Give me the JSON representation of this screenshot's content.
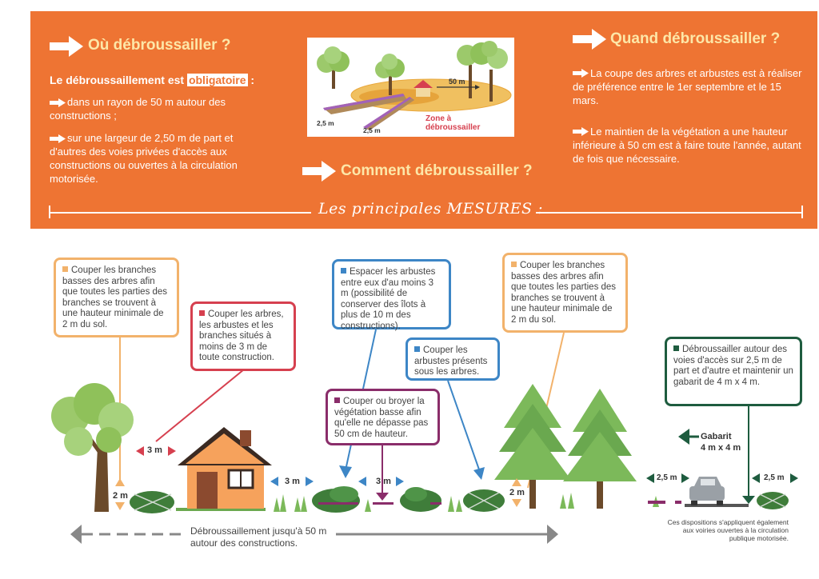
{
  "header": {
    "ou_title": "Où débroussailler ?",
    "ou_intro_prefix": "Le débroussaillement est ",
    "ou_intro_strong": "obligatoire",
    "ou_intro_suffix": " :",
    "ou_bullet1": "dans un rayon de 50 m autour des constructions ;",
    "ou_bullet2": "sur une largeur de 2,50 m de part et d'autres des voies privées d'accès aux constructions ou ouvertes à la circulation motorisée.",
    "quand_title": "Quand débroussailler ?",
    "quand_bullet1": "La coupe des arbres et arbustes est à réaliser de préférence entre le 1er septembre et le 15 mars.",
    "quand_bullet2": "Le maintien de la végétation a une hauteur inférieure à 50 cm est à faire toute l'année, autant de fois que nécessaire.",
    "comment_title": "Comment débroussailler ?",
    "mesures": "Les principales MESURES :"
  },
  "map": {
    "dist50": "50 m",
    "w1": "2,5 m",
    "w2": "2,5 m",
    "zone": "Zone à débroussailler"
  },
  "boxes": {
    "b1": "Couper les branches basses des arbres afin que toutes les parties des branches se trouvent à une hauteur minimale de 2 m du sol.",
    "b2": "Couper les arbres, les arbustes et les branches situés à moins de 3 m de toute construction.",
    "b3": "Espacer les arbustes entre eux d'au moins 3 m (possibilité de conserver des îlots à plus de 10 m des constructions).",
    "b4": "Couper les arbustes présents sous les arbres.",
    "b5": "Couper ou broyer la végétation basse afin qu'elle ne dépasse pas 50 cm de hauteur.",
    "b6": "Couper les branches basses des arbres afin que toutes les parties des branches se trouvent à une hauteur minimale de 2 m du sol.",
    "b7": "Débroussailler autour des voies d'accès sur 2,5 m de part et d'autre et maintenir un gabarit de 4 m x 4 m."
  },
  "scene": {
    "d_3m_a": "3 m",
    "d_3m_b": "3 m",
    "d_3m_c": "3 m",
    "d_2m_a": "2 m",
    "d_2m_b": "2 m",
    "d_25_a": "2,5 m",
    "d_25_b": "2,5 m",
    "gabarit": "Gabarit",
    "gabarit_dim": "4 m x 4 m",
    "bottom_text": "Débroussaillement jusqu'à 50 m autour des constructions.",
    "note": "Ces dispositions s'appliquent également aux voiries ouvertes à la circulation publique motorisée."
  },
  "colors": {
    "orange": "#ee7433",
    "light_orange": "#f2b26b",
    "red": "#d6404f",
    "blue": "#3d86c6",
    "purple": "#8a2d6a",
    "green": "#1e5c3f"
  }
}
